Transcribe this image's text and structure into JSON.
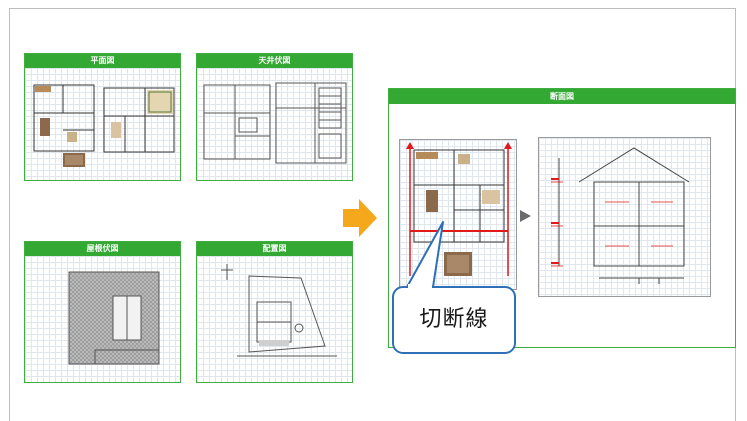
{
  "panels": {
    "floor_plan": "平面図",
    "ceiling_plan": "天井伏図",
    "roof_plan": "屋根伏図",
    "site_plan": "配置図",
    "section": "断面図"
  },
  "callout": {
    "label": "切断線"
  },
  "colors": {
    "panel_green": "#33a833",
    "arrow_orange": "#f5a81c",
    "callout_blue": "#2f6fb7",
    "cut_line_red": "#e01a1a"
  },
  "icons": {
    "flow_arrow": "right-arrow-icon",
    "next_step": "play-triangle-icon"
  }
}
